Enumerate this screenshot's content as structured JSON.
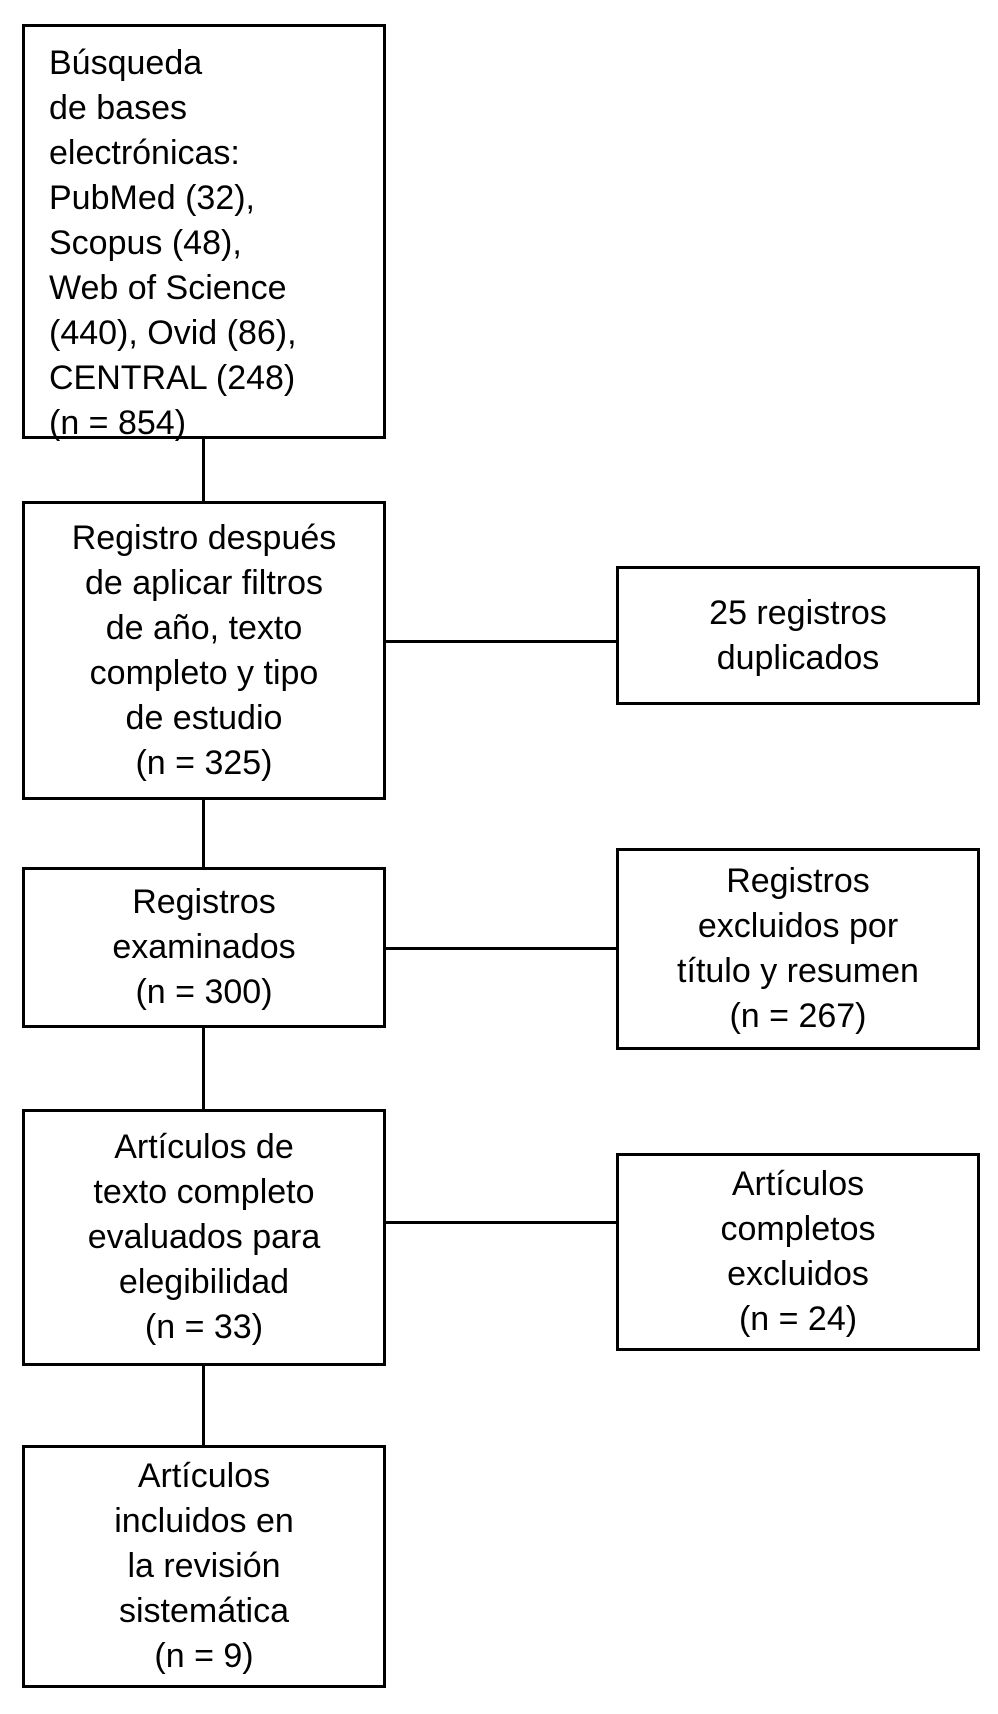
{
  "flowchart": {
    "colors": {
      "box_border": "#000000",
      "box_background": "#ffffff",
      "text": "#000000",
      "connector": "#000000"
    },
    "main_boxes": [
      {
        "id": "search",
        "text": "Búsqueda\nde bases\nelectrónicas:\nPubMed (32),\nScopus (48),\nWeb of Science\n(440), Ovid (86),\nCENTRAL (248)\n(n = 854)"
      },
      {
        "id": "filtered",
        "text": "Registro después\nde aplicar filtros\nde año, texto\ncompleto y tipo\nde estudio\n(n = 325)"
      },
      {
        "id": "screened",
        "text": "Registros\nexaminados\n(n = 300)"
      },
      {
        "id": "fulltext",
        "text": "Artículos de\ntexto completo\nevaluados para\nelegibilidad\n(n = 33)"
      },
      {
        "id": "included",
        "text": "Artículos\nincluidos en\nla revisión\nsistemática\n(n = 9)"
      }
    ],
    "side_boxes": [
      {
        "id": "duplicates",
        "text": "25 registros\nduplicados"
      },
      {
        "id": "excluded_title",
        "text": "Registros\nexcluidos por\ntítulo y resumen\n(n = 267)"
      },
      {
        "id": "excluded_fulltext",
        "text": "Artículos\ncompletos\nexcluidos\n(n = 24)"
      }
    ]
  }
}
